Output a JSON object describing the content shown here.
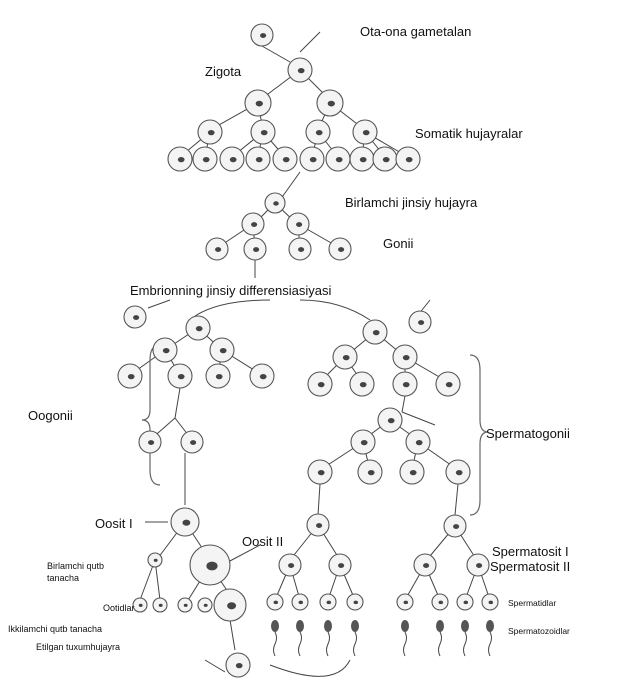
{
  "labels": {
    "parental_gametes": "Ota-ona gametalan",
    "zygote": "Zigota",
    "somatic_cells": "Somatik hujayralar",
    "primary_germ_cell": "Birlamchi jinsiy hujayra",
    "gonia": "Gonii",
    "embryo_sex_diff": "Embrionning jinsiy differensiasiyasi",
    "oogonia": "Oogonii",
    "spermatogonia": "Spermatogonii",
    "oocyte_1": "Oosit I",
    "oocyte_2": "Oosit II",
    "first_polar_body": "Birlamchi qutb\ntanacha",
    "ootids": "Ootidlar",
    "second_polar_body": "Ikkilamchi qutb tanacha",
    "mature_egg": "Etilgan tuxumhujayra",
    "spermatocyte_1": "Spermatosit I",
    "spermatocyte_2": "Spermatosit II",
    "spermatids": "Spermatidlar",
    "spermatozoids": "Spermatozoidlar"
  }
}
